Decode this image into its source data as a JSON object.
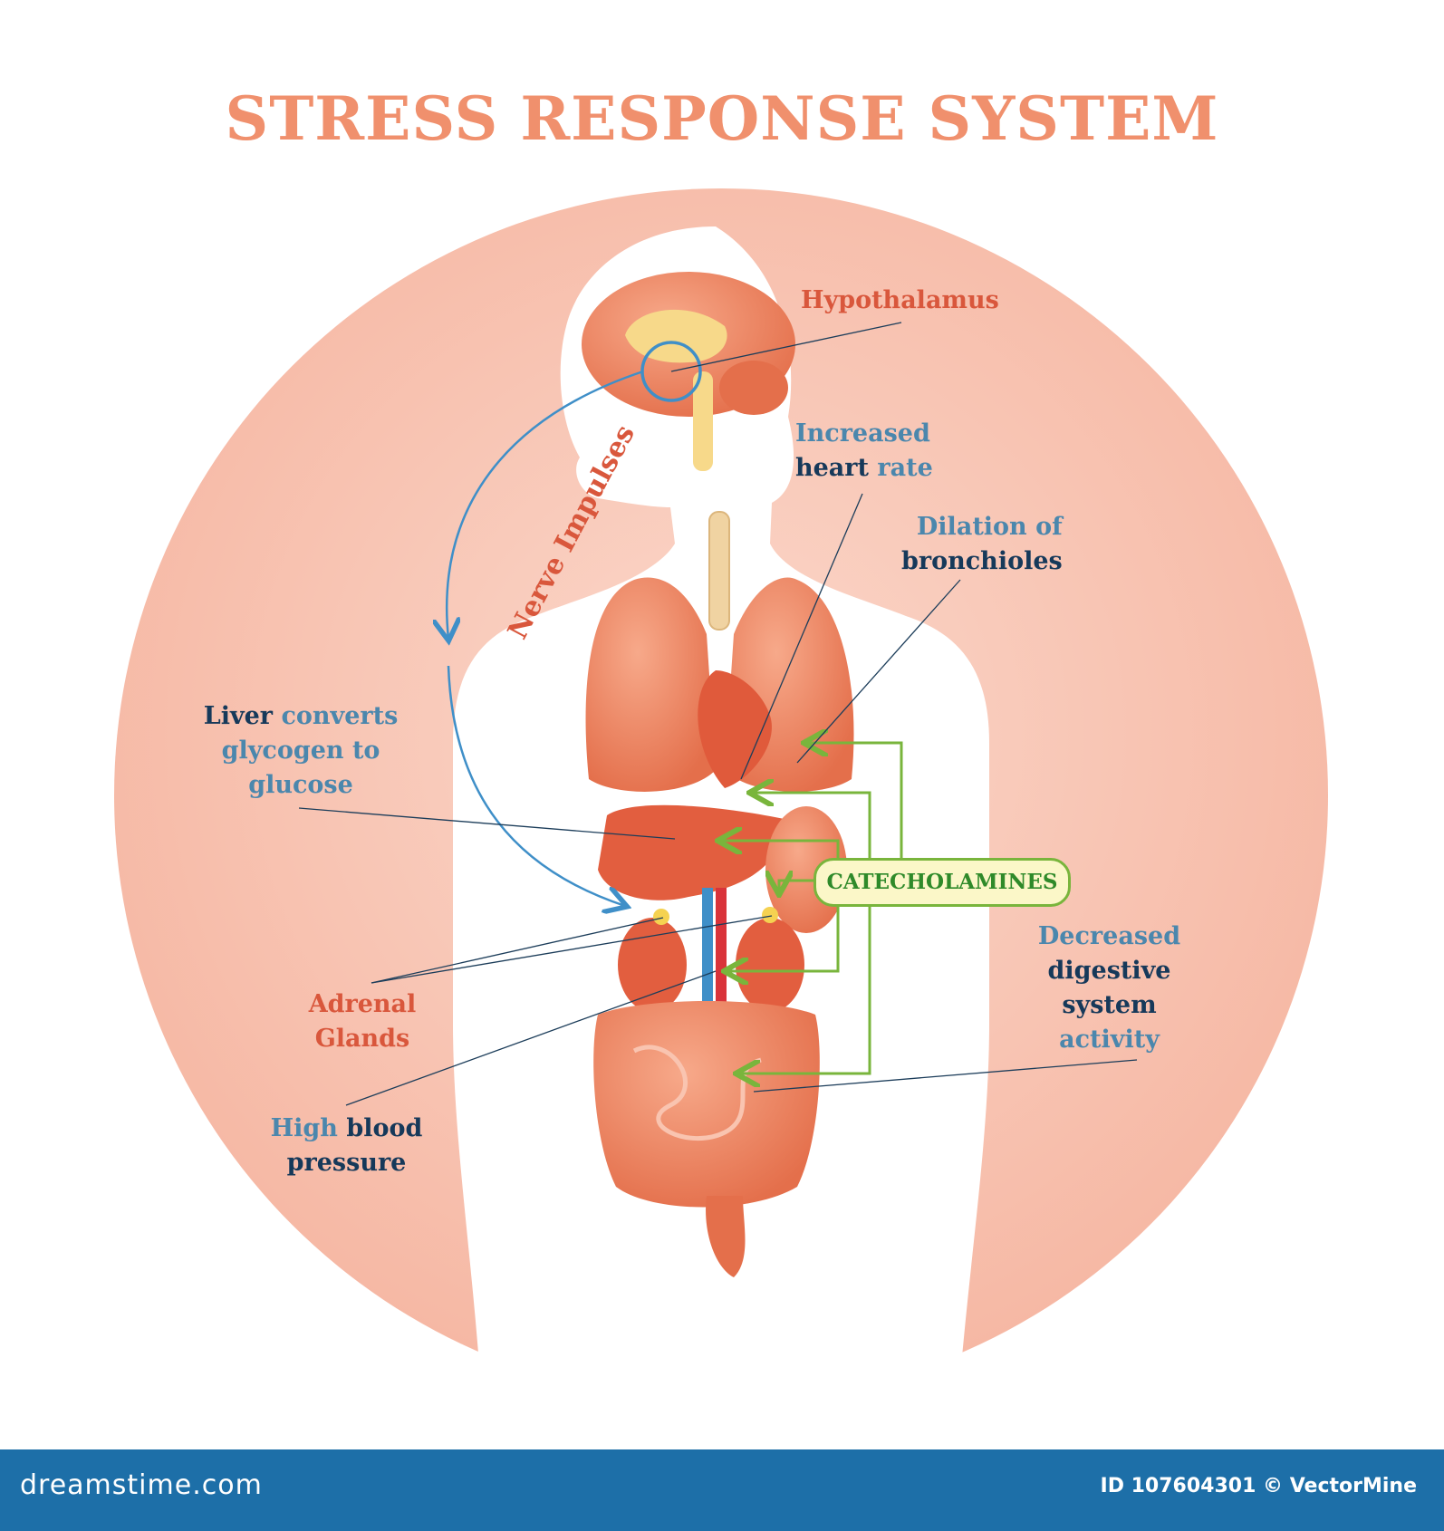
{
  "title": "STRESS RESPONSE SYSTEM",
  "nerve_label": "Nerve Impulses",
  "hormone_label": "CATECHOLAMINES",
  "labels": {
    "hypothalamus": "Hypothalamus",
    "heart_l1": "Increased",
    "heart_l2a": "heart",
    "heart_l2b": " rate",
    "bronch_l1": "Dilation of",
    "bronch_l2": "bronchioles",
    "liver_l1a": "Liver",
    "liver_l1b": " converts",
    "liver_l2": "glycogen to",
    "liver_l3": "glucose",
    "adrenal_l1": "Adrenal",
    "adrenal_l2": "Glands",
    "bp_l1a": "High",
    "bp_l1b": " blood",
    "bp_l2": "pressure",
    "dig_l1": "Decreased",
    "dig_l2": "digestive",
    "dig_l3": "system",
    "dig_l4": "activity"
  },
  "footer": {
    "brand": "dreamstime.com",
    "credit": "ID 107604301 © VectorMine"
  },
  "colors": {
    "title": "#f0906d",
    "label_red": "#d9573c",
    "label_blue": "#4b87ad",
    "label_dark": "#16395a",
    "hormone_arrows": "#79b53c",
    "nerve_arrow": "#3f8fc8",
    "footer_bg": "#1d6fa8"
  }
}
